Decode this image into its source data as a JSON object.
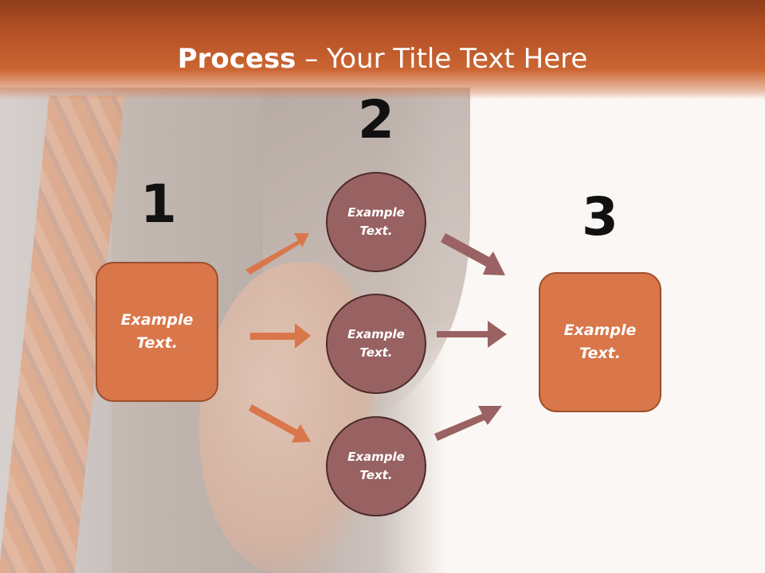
{
  "title": {
    "bold": "Process",
    "rest": " – Your Title Text Here"
  },
  "steps": {
    "one": "1",
    "two": "2",
    "three": "3"
  },
  "left_box": "Example Text.",
  "right_box": "Example Text.",
  "circles": [
    "Example Text.",
    "Example Text.",
    "Example Text."
  ],
  "colors": {
    "header": "#c05a2c",
    "box": "#d9764a",
    "circle": "#996262",
    "arrow_orange": "#d9764a",
    "arrow_mauve": "#9a6262"
  }
}
